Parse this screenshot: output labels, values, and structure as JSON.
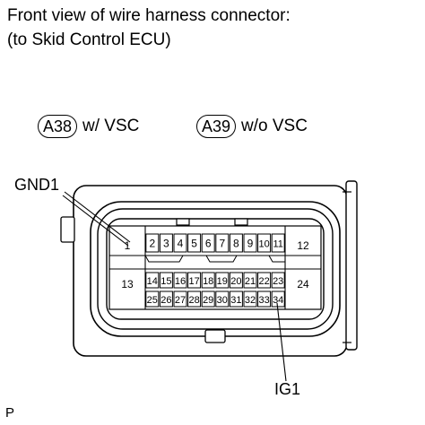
{
  "title_line1": "Front view of wire harness connector:",
  "title_line2": "(to Skid Control ECU)",
  "variants": [
    {
      "code": "A38",
      "label": "w/ VSC"
    },
    {
      "code": "A39",
      "label": "w/o VSC"
    }
  ],
  "pin_labels": {
    "gnd": "GND1",
    "ig": "IG1"
  },
  "corner_mark": "P",
  "pins": {
    "large": [
      "1",
      "12",
      "13",
      "24"
    ],
    "row1": [
      "2",
      "3",
      "4",
      "5",
      "6",
      "7",
      "8",
      "9",
      "10",
      "11"
    ],
    "row2": [
      "14",
      "15",
      "16",
      "17",
      "18",
      "19",
      "20",
      "21",
      "22",
      "23"
    ],
    "row3": [
      "25",
      "26",
      "27",
      "28",
      "29",
      "30",
      "31",
      "32",
      "33",
      "34"
    ]
  }
}
